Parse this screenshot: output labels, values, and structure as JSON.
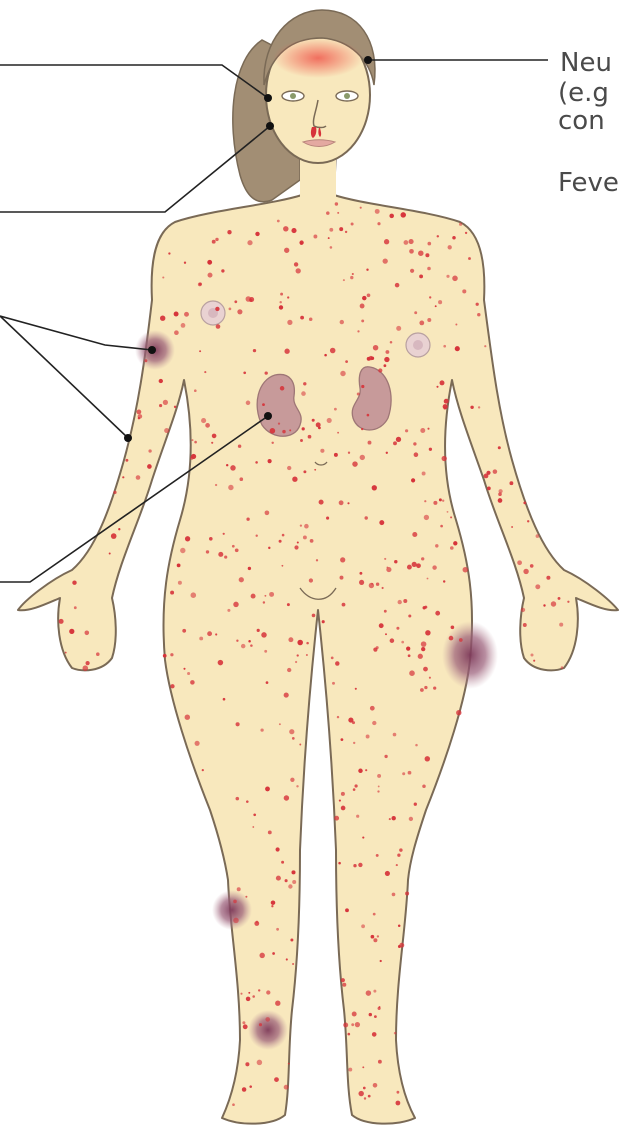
{
  "labels": {
    "neuro_line1": "Neu",
    "neuro_line2": "(e.g",
    "neuro_line3": "con",
    "fever": "Feve"
  },
  "colors": {
    "background": "#ffffff",
    "skin": "#f8e8bd",
    "outline": "#7a6a56",
    "hair": "#9e8a70",
    "petechiae": "#d6333a",
    "bruise": "#8c4a66",
    "kidney": "#c79a9a",
    "leader_line": "#222222",
    "text": "#4a4a4a"
  },
  "icons": [
    "leader-dot",
    "forehead-redness",
    "nose-bleed",
    "kidney-left",
    "kidney-right",
    "bruise"
  ]
}
